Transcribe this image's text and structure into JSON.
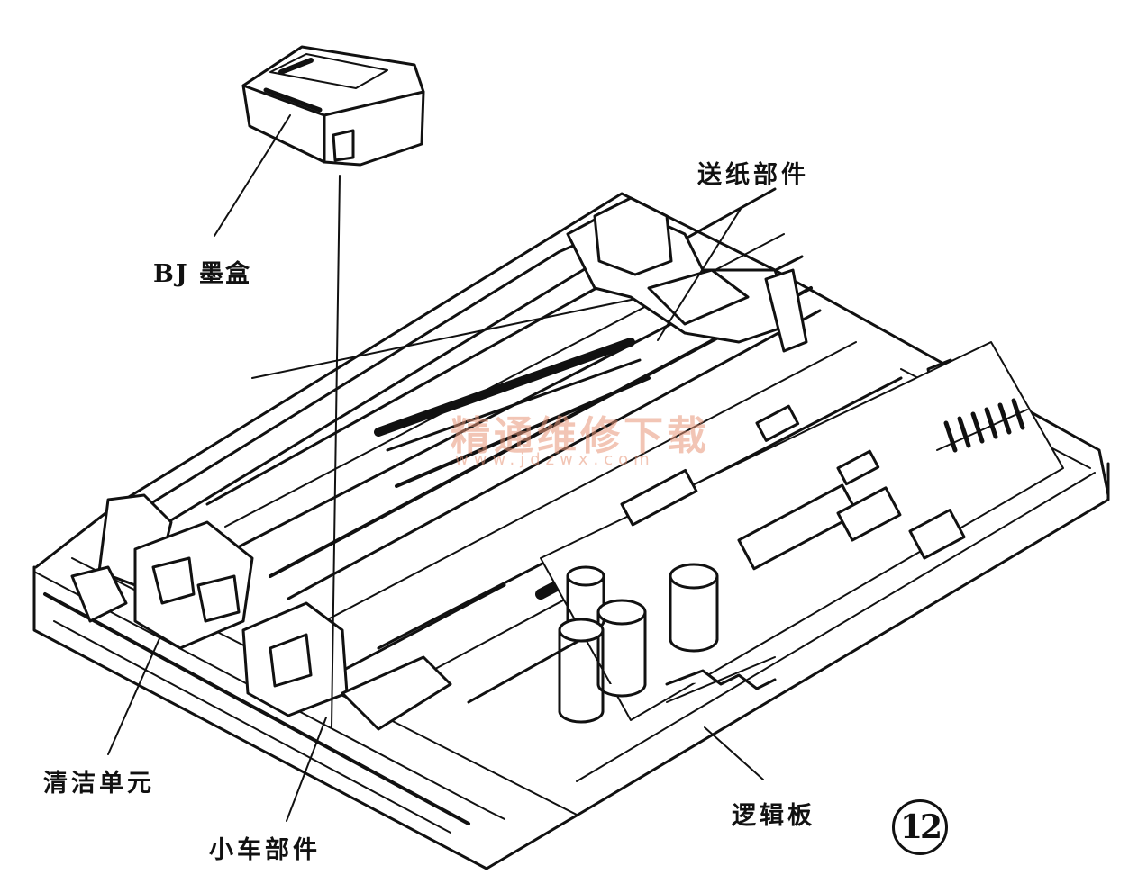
{
  "labels": {
    "cartridge": "BJ 墨盒",
    "paper_feed": "送纸部件",
    "cleaning_unit": "清洁单元",
    "carriage": "小车部件",
    "logic_board": "逻辑板"
  },
  "figure_number": "12",
  "watermark": {
    "text": "精通维修下载",
    "url": "www.jdzwx.com"
  },
  "colors": {
    "ink": "#111111",
    "watermark": "#e89678"
  }
}
